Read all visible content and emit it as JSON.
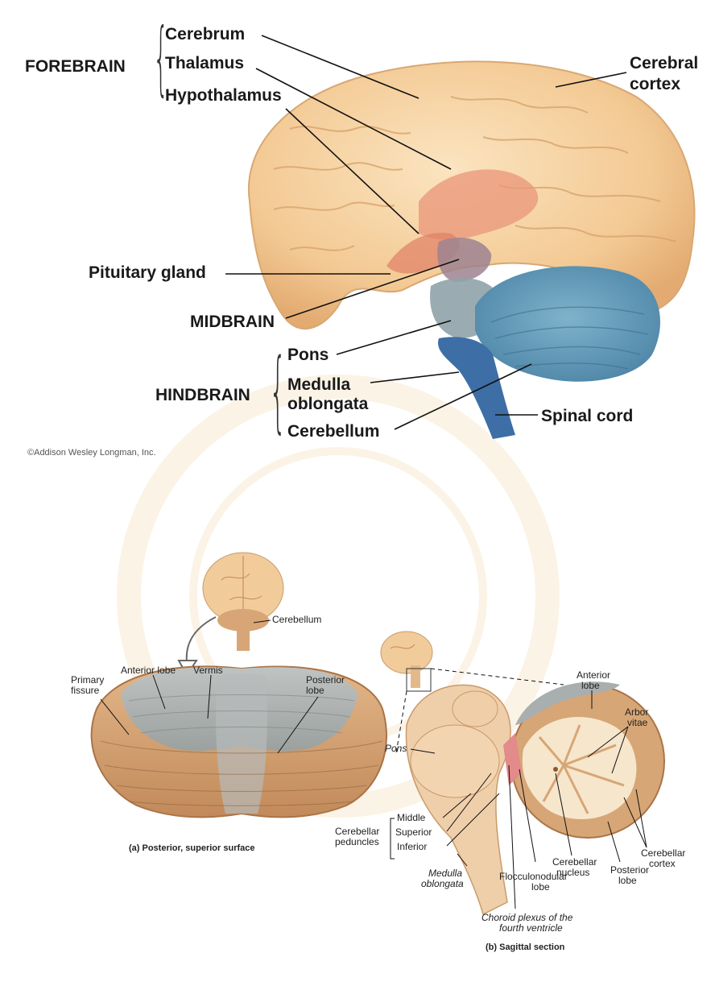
{
  "brain": {
    "forebrain": "FOREBRAIN",
    "cerebrum": "Cerebrum",
    "thalamus": "Thalamus",
    "hypothalamus": "Hypothalamus",
    "cerebral_cortex_1": "Cerebral",
    "cerebral_cortex_2": "cortex",
    "pituitary": "Pituitary gland",
    "midbrain": "MIDBRAIN",
    "hindbrain": "HINDBRAIN",
    "pons": "Pons",
    "medulla_1": "Medulla",
    "medulla_2": "oblongata",
    "cerebellum": "Cerebellum",
    "spinal_cord": "Spinal cord",
    "credit": "©Addison Wesley Longman, Inc."
  },
  "posterior_view": {
    "cerebellum": "Cerebellum",
    "primary_fissure_1": "Primary",
    "primary_fissure_2": "fissure",
    "anterior_lobe": "Anterior lobe",
    "vermis": "Vermis",
    "posterior_lobe_1": "Posterior",
    "posterior_lobe_2": "lobe",
    "caption": "(a) Posterior, superior surface"
  },
  "sagittal_view": {
    "anterior_lobe_1": "Anterior",
    "anterior_lobe_2": "lobe",
    "arbor_vitae_1": "Arbor",
    "arbor_vitae_2": "vitae",
    "pons": "Pons",
    "middle": "Middle",
    "superior": "Superior",
    "inferior": "Inferior",
    "cerebellar_peduncles_1": "Cerebellar",
    "cerebellar_peduncles_2": "peduncles",
    "medulla_1": "Medulla",
    "medulla_2": "oblongata",
    "cerebellar_nucleus_1": "Cerebellar",
    "cerebellar_nucleus_2": "nucleus",
    "flocculonodular_1": "Flocculonodular",
    "flocculonodular_2": "lobe",
    "posterior_lobe_1": "Posterior",
    "posterior_lobe_2": "lobe",
    "cerebellar_cortex_1": "Cerebellar",
    "cerebellar_cortex_2": "cortex",
    "choroid_1": "Choroid plexus of the",
    "choroid_2": "fourth ventricle",
    "caption": "(b) Sagittal section"
  },
  "colors": {
    "cerebrum": "#f6d3a1",
    "diencephalon": "#e9967a",
    "brainstem": "#8fa3a8",
    "cerebellum": "#6d9fb7",
    "spinal": "#3e6ea6",
    "cerebellum_tan": "#d7a676",
    "anterior_gray": "#a9aeae"
  }
}
